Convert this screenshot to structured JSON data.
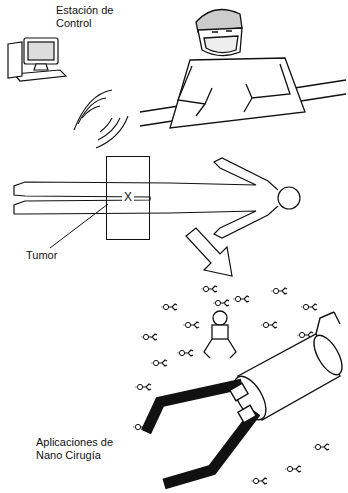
{
  "diagram": {
    "nodes": [
      {
        "text": [
          "X"
        ]
      }
    ],
    "labels": [
      "Estación de Control",
      "Tumor",
      "Aplicaciones de Nano Cirugía"
    ]
  }
}
